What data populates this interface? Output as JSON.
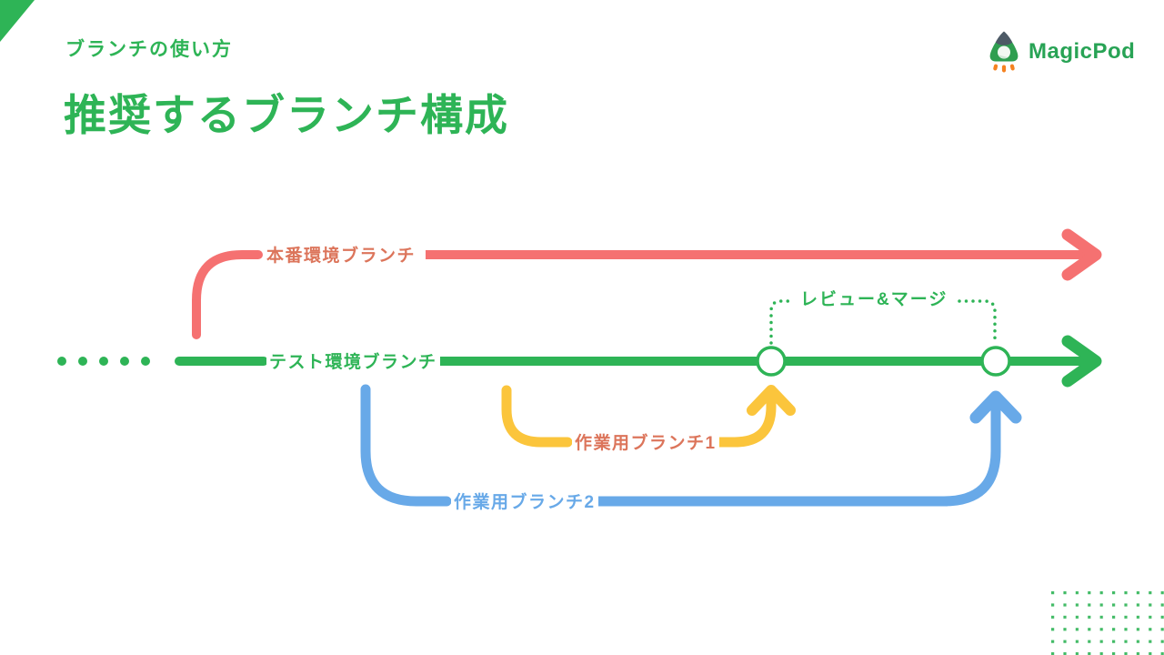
{
  "slide": {
    "kicker": "ブランチの使い方",
    "title": "推奨するブランチ構成"
  },
  "logo": {
    "wordmark": "MagicPod",
    "icon": "rocket-icon"
  },
  "colors": {
    "brand_green": "#2eb456",
    "production_red": "#f57171",
    "work1_yellow": "#fbc53c",
    "work2_blue": "#68a9e8",
    "warm_label_orange": "#dc755b",
    "logo_green": "#28a355"
  },
  "diagram": {
    "annotation": "レビュー&マージ",
    "branches": [
      {
        "name": "production",
        "label": "本番環境ブランチ"
      },
      {
        "name": "test",
        "label": "テスト環境ブランチ"
      },
      {
        "name": "work-1",
        "label": "作業用ブランチ1"
      },
      {
        "name": "work-2",
        "label": "作業用ブランチ2"
      }
    ],
    "merge_nodes": 2,
    "history_dots": 5
  }
}
